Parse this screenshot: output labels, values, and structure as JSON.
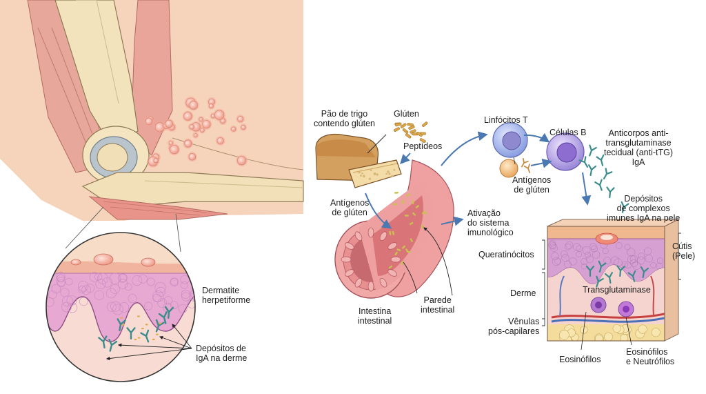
{
  "labels": {
    "bread": "Pão de trigo\ncontendo glúten",
    "gluten": "Glúten",
    "peptides": "Peptídeos",
    "gluten_antigens_gut": "Antígenos\nde glúten",
    "intestine": "Intestina\nintestinal",
    "gut_wall": "Parede\nintestinal",
    "immune_activation": "Ativação\ndo sistema\nimunológico",
    "t_cells": "Linfócitos T",
    "b_cells": "Células B",
    "gluten_antigens_cells": "Antígenos\nde glúten",
    "antibodies": "Anticorpos anti-\ntransglutaminase\ntecidual (anti-tTG)\nIgA",
    "immune_deposits": "Depósitos\nde complexos\nimunes IgA na pele",
    "keratinocytes": "Queratinócitos",
    "skin": "Cútis\n(Pele)",
    "dermis": "Derme",
    "transglutaminase": "Transglutaminase",
    "venules": "Vênulas\npós-capilares",
    "eosinophils": "Eosinófilos",
    "eos_neutrophils": "Eosinófilos\ne Neutrófilos",
    "dermatitis": "Dermatite\nherpetiforme",
    "iga_deposits": "Depósitos de\nIgA na derme"
  },
  "colors": {
    "skin_tone": "#f5d2b8",
    "bone": "#f0deb4",
    "muscle": "#d98a80",
    "blister": "#f2a090",
    "epidermis": "#e4a8d0",
    "cell_t": "#a9b8ea",
    "cell_b": "#b9a8e6",
    "antibody": "#3d8c8c",
    "arrow": "#4a78b0"
  }
}
